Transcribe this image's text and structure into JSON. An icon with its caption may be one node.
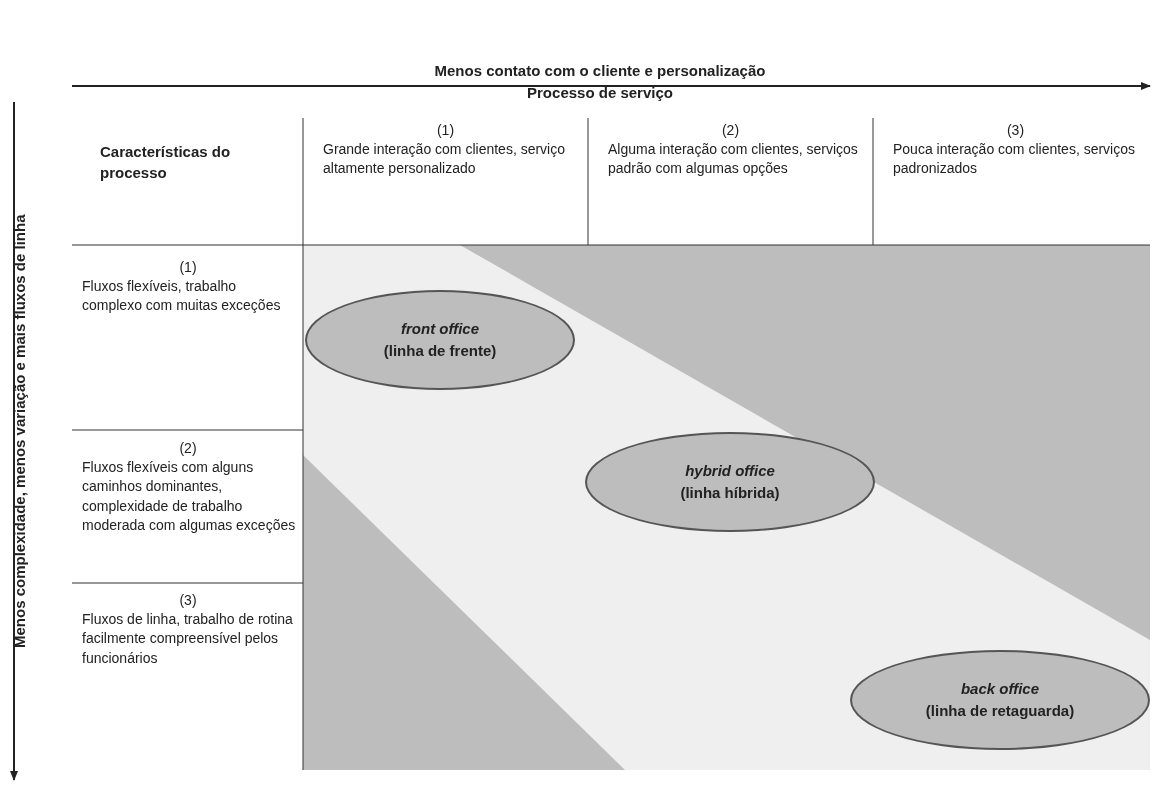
{
  "diagram": {
    "nodes": [
      {
        "text": [
          "front office",
          "(linha de frente)"
        ]
      },
      {
        "text": [
          "hybrid office",
          "(linha híbrida)"
        ]
      },
      {
        "text": [
          "back office",
          "(linha de retaguarda)"
        ]
      }
    ],
    "edges": [],
    "labels": [
      "Menos contato com o cliente e personalização",
      "Menos complexidade, menos variação e mais fluxos de linha",
      "Processo de serviço",
      "Características do processo",
      "(1)",
      "Grande interação com clientes, serviço altamente personalizado",
      "(2)",
      "Alguma interação com clientes, serviços padrão com algumas opções",
      "(3)",
      "Pouca interação com clientes, serviços padronizados",
      "(1)",
      "Fluxos flexíveis, trabalho complexo com muitas exceções",
      "(2)",
      "Fluxos flexíveis com alguns caminhos dominantes, complexidade de trabalho moderada com algumas exceções",
      "(3)",
      "Fluxos de linha, trabalho de rotina facilmente compreensível pelos funcionários"
    ]
  }
}
